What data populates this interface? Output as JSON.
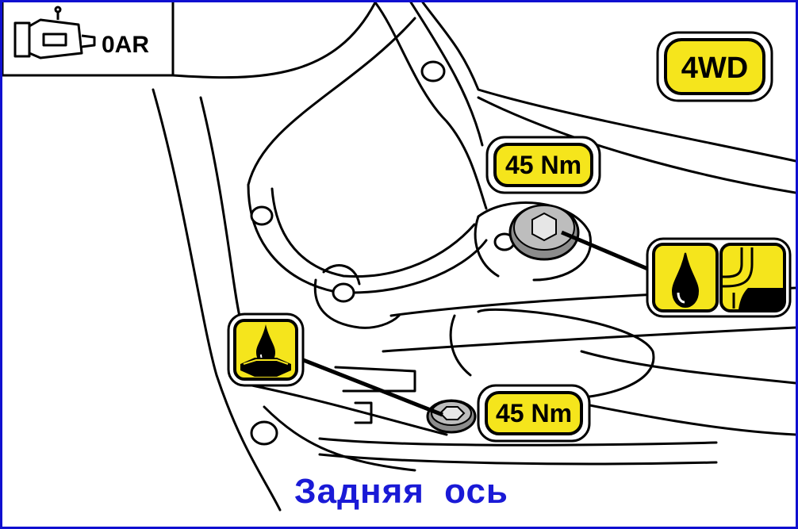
{
  "header": {
    "transmission_code": "0AR",
    "drive_badge": "4WD"
  },
  "callouts": {
    "upper_torque": "45 Nm",
    "lower_torque": "45 Nm"
  },
  "icons": {
    "transmission": "transmission-icon",
    "fill_plug": "oil-fill-level-icon",
    "drain_plug": "oil-drain-icon"
  },
  "colors": {
    "label_yellow": "#f5e51c",
    "caption_blue": "#1a1ad6",
    "frame_blue": "#1010d0"
  },
  "caption": "Задняя  ось"
}
